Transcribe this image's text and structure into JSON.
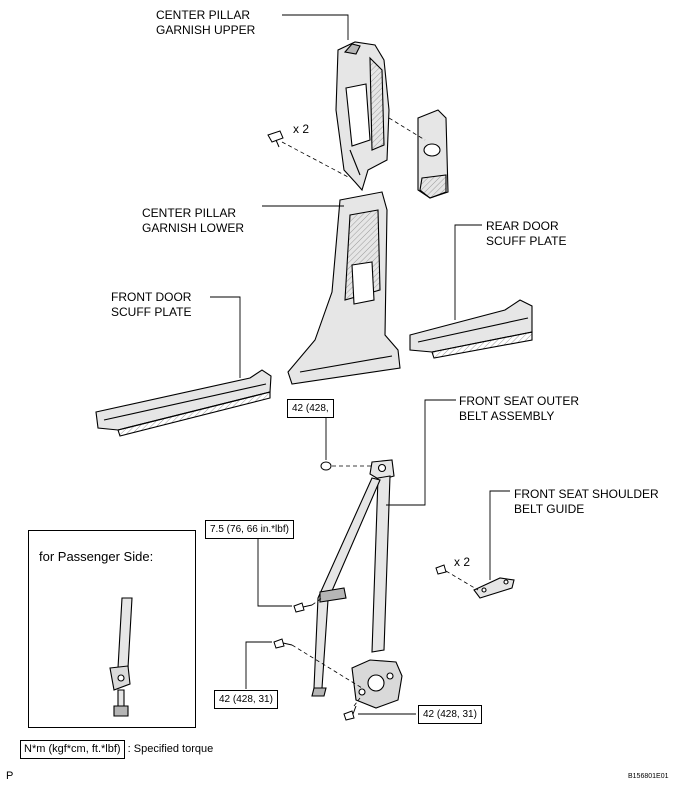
{
  "labels": {
    "center_pillar_upper": [
      "CENTER PILLAR",
      "GARNISH UPPER"
    ],
    "center_pillar_lower": [
      "CENTER PILLAR",
      "GARNISH LOWER"
    ],
    "rear_door_scuff": [
      "REAR DOOR",
      "SCUFF PLATE"
    ],
    "front_door_scuff": [
      "FRONT DOOR",
      "SCUFF PLATE"
    ],
    "front_seat_outer_belt": [
      "FRONT SEAT OUTER",
      "BELT ASSEMBLY"
    ],
    "front_seat_shoulder_guide": [
      "FRONT SEAT SHOULDER",
      "BELT GUIDE"
    ]
  },
  "quantities": {
    "upper_clips": "x 2",
    "guide_screws": "x 2"
  },
  "torques": {
    "anchor_top": "42 (428,",
    "adjuster_bolt": "7.5 (76, 66 in.*lbf)",
    "retractor_bolt": "42 (428, 31)",
    "floor_anchor": "42 (428, 31)"
  },
  "inset": {
    "title": "for Passenger Side:"
  },
  "legend": {
    "box_text": "N*m (kgf*cm, ft.*lbf)",
    "description": ": Specified torque"
  },
  "footer": {
    "page_letter": "P",
    "figure_code": "B156801E01"
  },
  "colors": {
    "line": "#000000",
    "part_fill": "#e6e6e6",
    "part_shade": "#b5b5b5"
  }
}
